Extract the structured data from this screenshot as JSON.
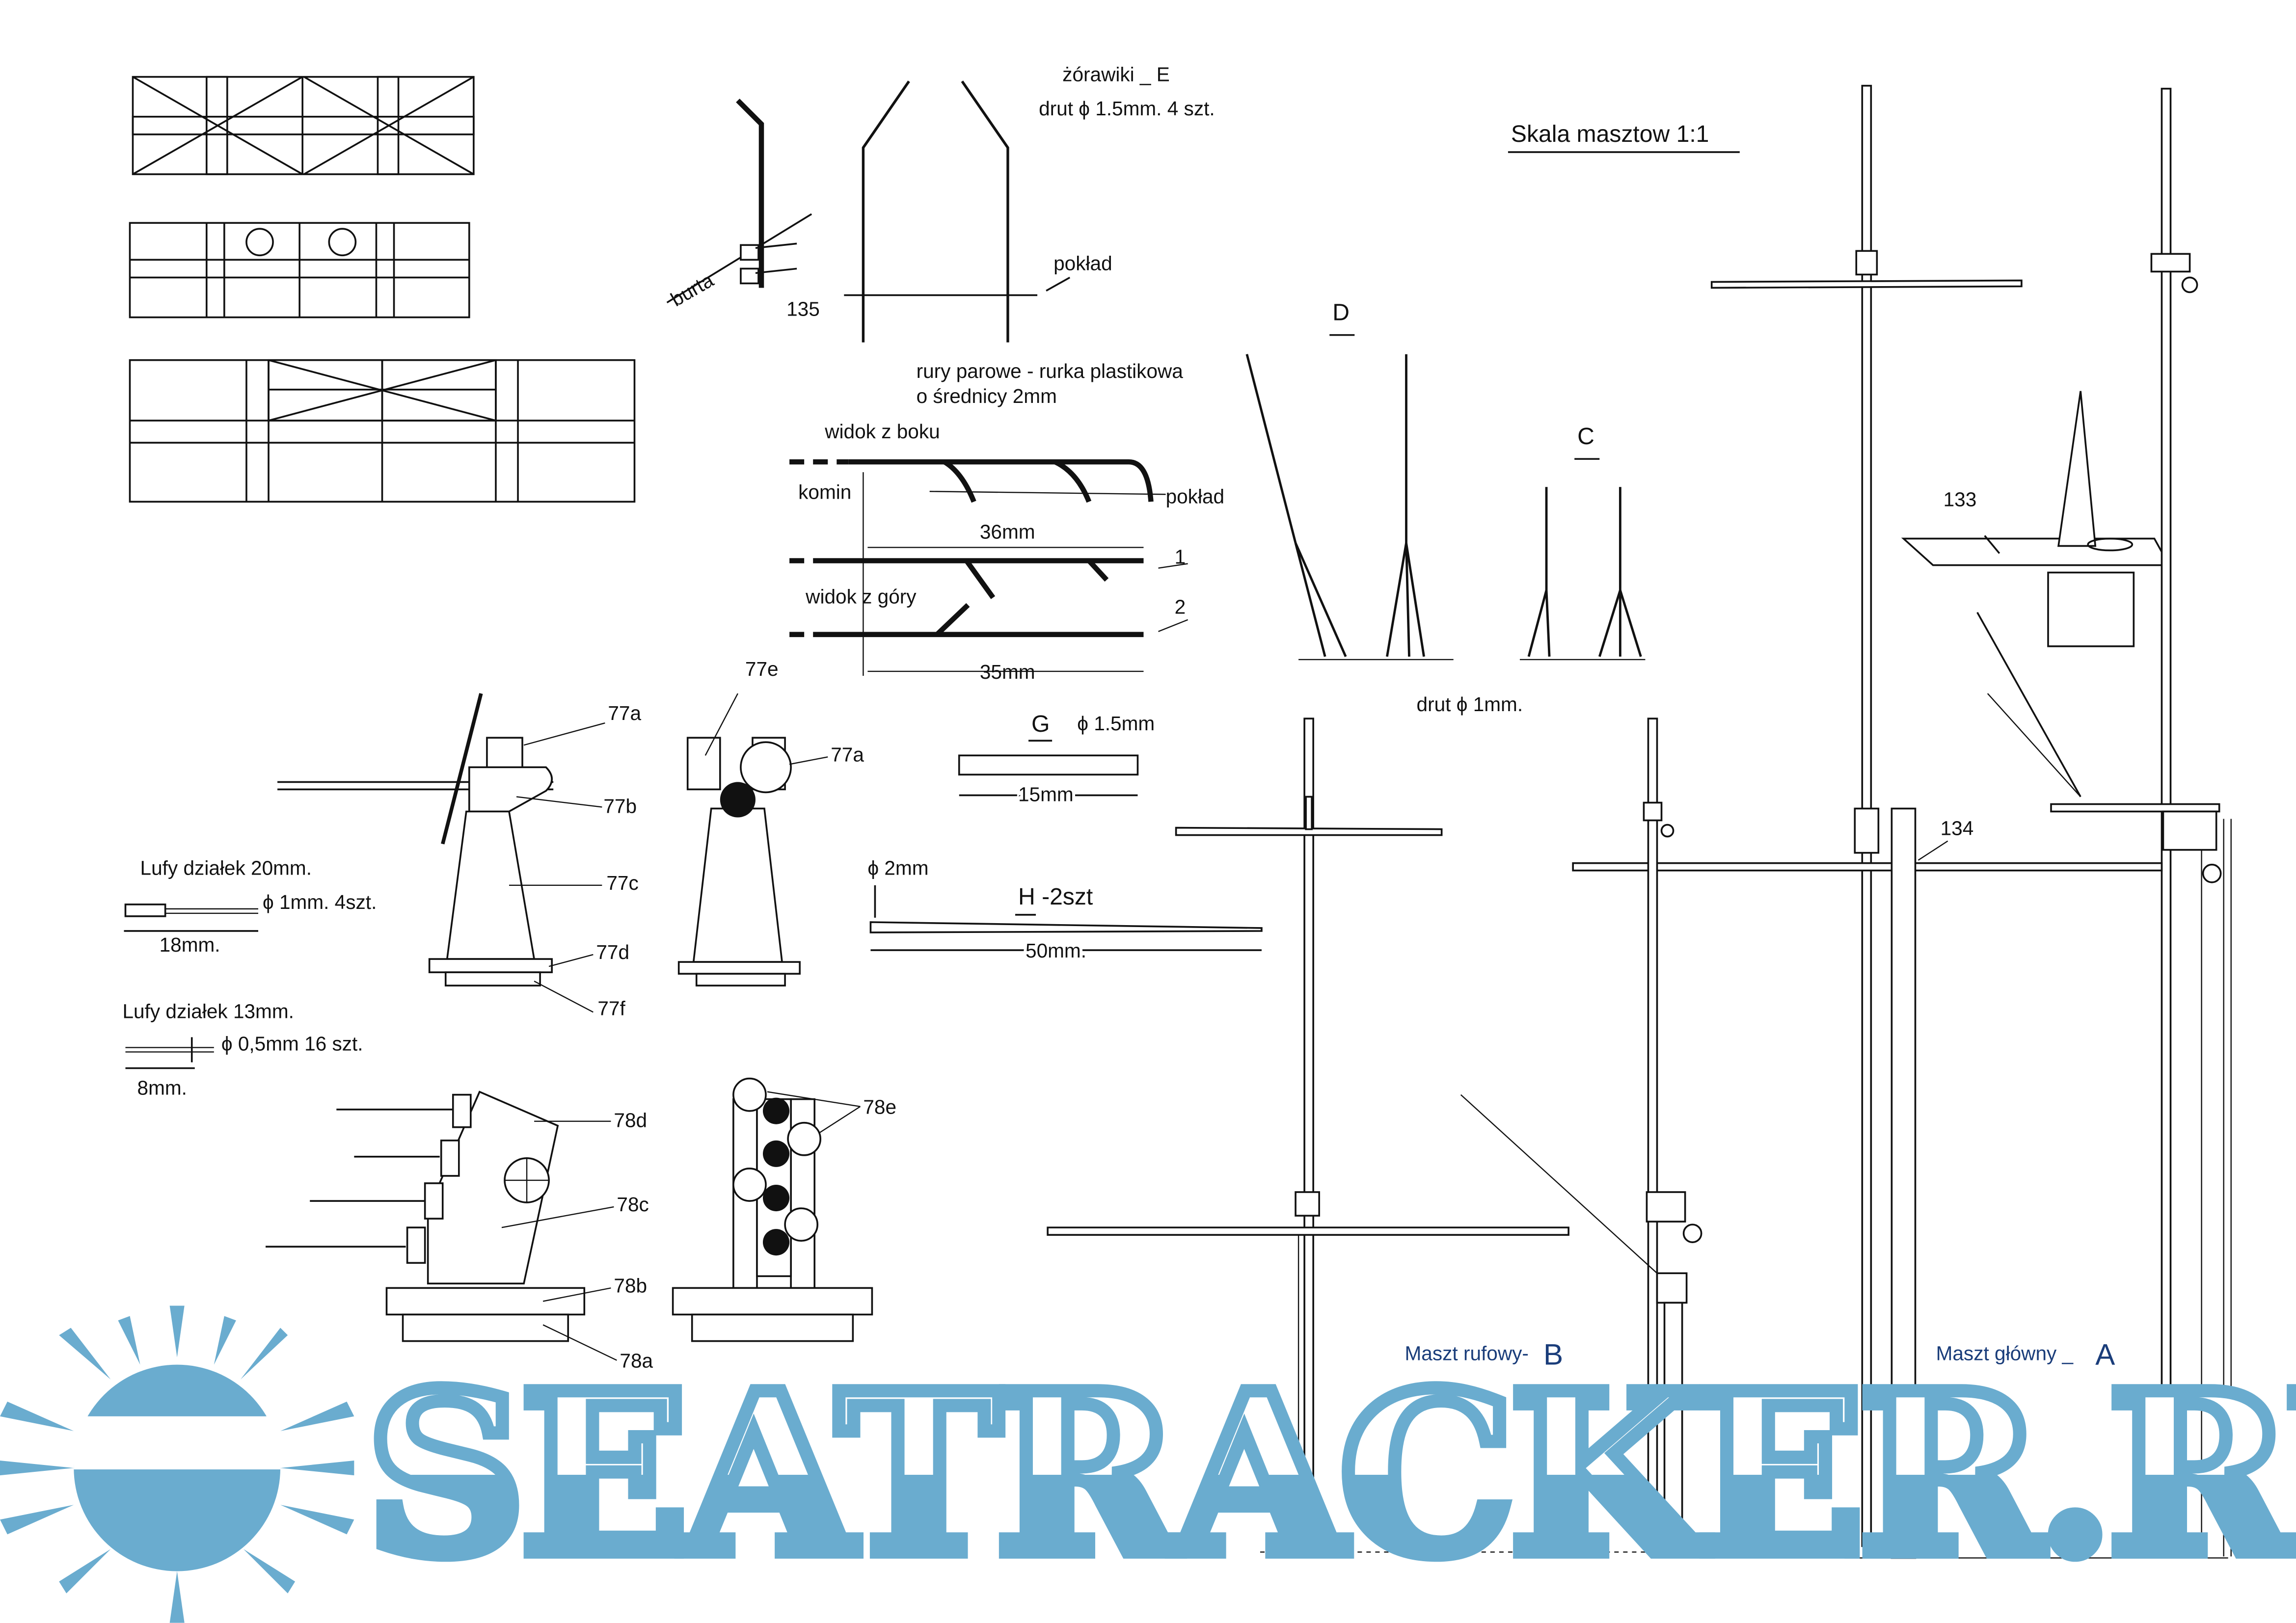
{
  "title": "Skala masztow 1:1",
  "davits": {
    "title": "żórawiki _ E",
    "spec": "drut ϕ 1.5mm. 4 szt.",
    "deck": "pokład",
    "hull": "burta",
    "part": "135"
  },
  "steam_pipes": {
    "title_line1": "rury parowe - rurka plastikowa",
    "title_line2": "o średnicy 2mm",
    "side_view": "widok z boku",
    "funnel": "komin",
    "deck": "pokład",
    "len1": "36mm",
    "top_view": "widok z góry",
    "len2": "35mm",
    "n1": "1",
    "n2": "2"
  },
  "parts": {
    "d": "D",
    "c": "C",
    "wire": "drut ϕ 1mm.",
    "p133": "133",
    "p134": "134"
  },
  "gun77": {
    "a": "77a",
    "b": "77b",
    "c": "77c",
    "d": "77d",
    "f": "77f",
    "e": "77e",
    "a2": "77a"
  },
  "gun78": {
    "d": "78d",
    "c": "78c",
    "b": "78b",
    "a": "78a",
    "e": "78e"
  },
  "barrels20": {
    "title": "Lufy działek 20mm.",
    "spec": "ϕ  1mm.  4szt.",
    "len": "18mm."
  },
  "barrels13": {
    "title": "Lufy działek 13mm.",
    "spec": "ϕ 0,5mm  16 szt.",
    "len": "8mm."
  },
  "part_g": {
    "label": "G",
    "spec": "ϕ 1.5mm",
    "len": "15mm"
  },
  "part_h": {
    "dia": "ϕ 2mm",
    "label": "H -2szt",
    "len": "50mm."
  },
  "masts": {
    "aft": "Maszt rufowy-",
    "aft_letter": "B",
    "main": "Maszt główny _",
    "main_letter": "A"
  },
  "watermark": "SEATRACKER.RU",
  "colors": {
    "watermark": "#6aaccf",
    "ink": "#111111"
  }
}
